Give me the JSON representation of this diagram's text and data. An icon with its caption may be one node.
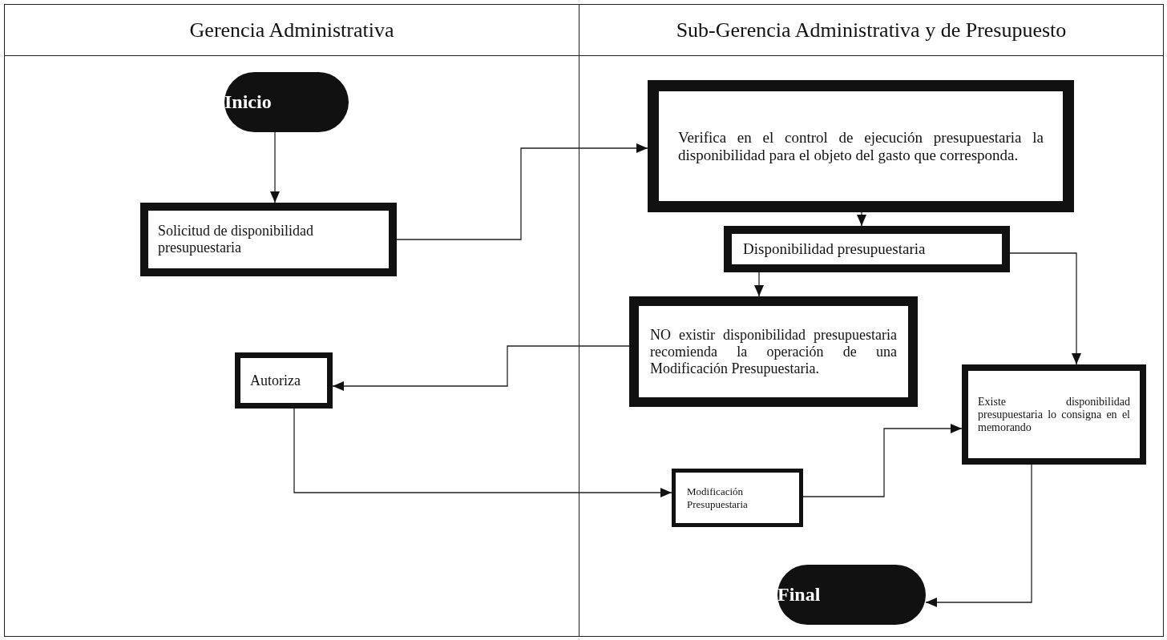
{
  "diagram": {
    "nodes": [
      {
        "text": [
          "Gerencia Administrativa"
        ]
      },
      {
        "text": [
          "Sub-Gerencia Administrativa y de Presupuesto"
        ]
      },
      {
        "text": [
          "Inicio"
        ],
        "in": 0
      },
      {
        "text": [
          "Solicitud de disponibilidad presupuestaria"
        ],
        "in": 0
      },
      {
        "text": [
          "Autoriza"
        ],
        "in": 0
      },
      {
        "text": [
          "Verifica en el control de ejecución presupuestaria la disponibilidad para el objeto del gasto que corresponda."
        ],
        "in": 1
      },
      {
        "text": [
          "Disponibilidad presupuestaria"
        ],
        "in": 1
      },
      {
        "text": [
          "NO existir disponibilidad presupuestaria recomienda la operación de una Modificación Presupuestaria."
        ],
        "in": 1
      },
      {
        "text": [
          "Modificación Presupuestaria"
        ],
        "in": 1
      },
      {
        "text": [
          "Existe disponibilidad presupuestaria lo consigna en el memorando"
        ],
        "in": 1
      },
      {
        "text": [
          "Final"
        ],
        "in": 1
      }
    ],
    "edges": [
      {
        "from": 2,
        "to": 3,
        "arrow": "to"
      },
      {
        "from": 3,
        "to": 5,
        "arrow": "to"
      },
      {
        "from": 5,
        "to": 6,
        "arrow": "to"
      },
      {
        "from": 6,
        "to": 7,
        "arrow": "to"
      },
      {
        "from": 6,
        "to": 9,
        "arrow": "to"
      },
      {
        "from": 7,
        "to": 4,
        "arrow": "to"
      },
      {
        "from": 4,
        "to": 8,
        "arrow": "to"
      },
      {
        "from": 8,
        "to": 9,
        "arrow": "to"
      },
      {
        "from": 9,
        "to": 10,
        "arrow": "to"
      }
    ]
  }
}
